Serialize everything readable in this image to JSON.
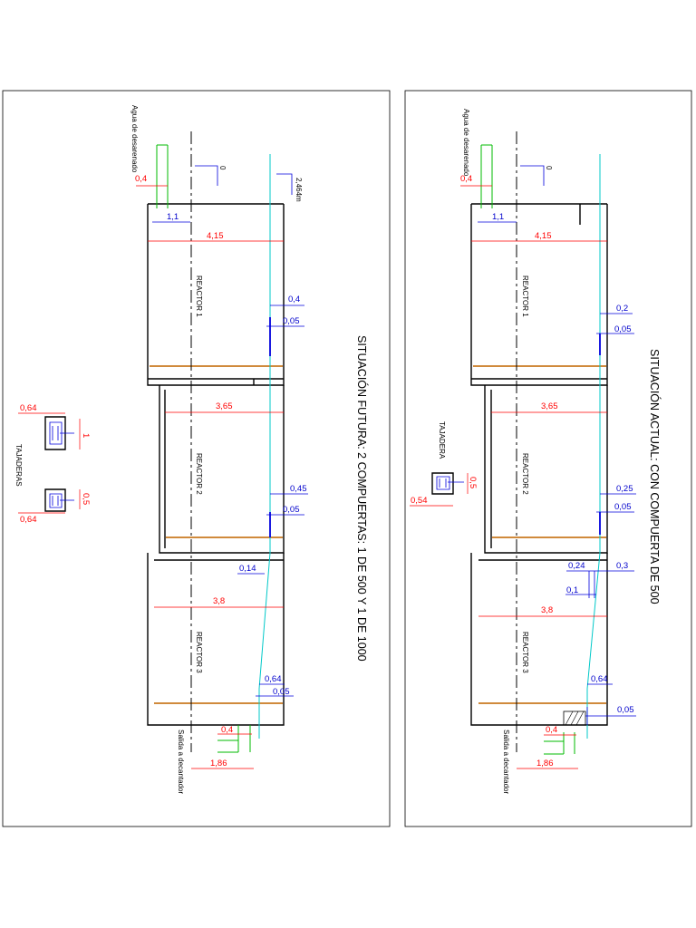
{
  "sheets": {
    "future": {
      "title": "SITUACIÓN FUTURA: 2 COMPUERTAS: 1 DE 500 Y 1 DE 1000",
      "inlet_label": "Agua de desarenado",
      "outlet_label": "Salida a decantador",
      "level_zero": "0",
      "level_top": "2,464m",
      "tajaderas_label": "TAJADERAS",
      "reactors": {
        "r1": {
          "name": "REACTOR 1",
          "width": "4,15",
          "gap": "0,4",
          "slot": "0,05"
        },
        "r2": {
          "name": "REACTOR 2",
          "width": "3,65",
          "gap": "0,45",
          "slot": "0,05"
        },
        "r3": {
          "name": "REACTOR 3",
          "width": "3,8",
          "gap": "0,64",
          "slot": "0,05",
          "top_gap": "0,14"
        }
      },
      "inlet_pipe": {
        "width": "0,4",
        "offset": "1,1"
      },
      "outlet_pipe": {
        "width": "0,4",
        "offset": "1,86"
      },
      "gate_large": {
        "width": "0,64",
        "height": "1"
      },
      "gate_small": {
        "width": "0,64",
        "height": "0,5"
      }
    },
    "current": {
      "title": "SITUACIÓN ACTUAL: CON COMPUERTA DE 500",
      "inlet_label": "Agua de desarenado",
      "outlet_label": "Salida a decantador",
      "level_zero": "0",
      "tajadera_label": "TAJADERA",
      "reactors": {
        "r1": {
          "name": "REACTOR 1",
          "width": "4,15",
          "gap": "0,2",
          "slot": "0,05"
        },
        "r2": {
          "name": "REACTOR 2",
          "width": "3,65",
          "gap": "0,25",
          "slot": "0,05"
        },
        "r3": {
          "name": "REACTOR 3",
          "width": "3,8",
          "gap": "0,64",
          "slot": "0,05",
          "top_gap_a": "0,24",
          "top_gap_b": "0,3",
          "top_gap_c": "0,1"
        }
      },
      "inlet_pipe": {
        "width": "0,4",
        "offset": "1,1"
      },
      "outlet_pipe": {
        "width": "0,4",
        "offset": "1,86"
      },
      "gate": {
        "width": "0,54",
        "height": "0,5"
      }
    }
  },
  "colors": {
    "structure": "#000000",
    "dimension_main": "#ff0000",
    "dimension_detail": "#0000cc",
    "water_level": "#00c8c8",
    "pipe": "#00bb00",
    "floor_line": "#d08a3c"
  }
}
